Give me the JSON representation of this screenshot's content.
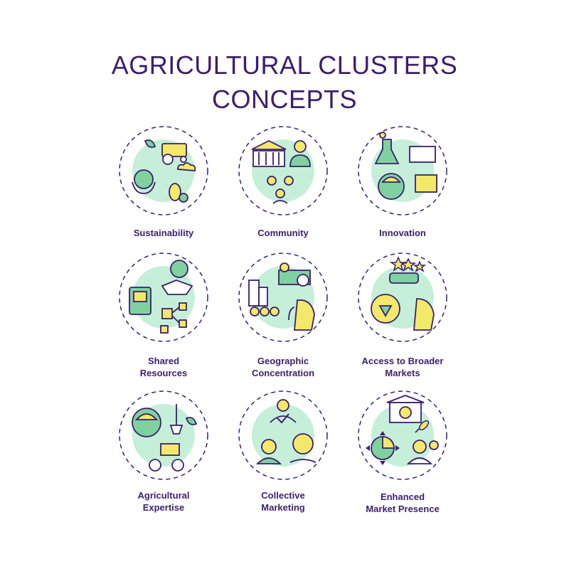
{
  "title": {
    "line1": "AGRICULTURAL CLUSTERS",
    "line2": "CONCEPTS"
  },
  "colors": {
    "text": "#3b1f6b",
    "circle": "#c5efd9",
    "yellow": "#f3e86a",
    "green": "#7fd1a0",
    "stroke": "#3b1f6b"
  },
  "items": [
    {
      "lines": [
        "Sustainability"
      ],
      "icon": "sustainability-icon"
    },
    {
      "lines": [
        "Community"
      ],
      "icon": "community-icon"
    },
    {
      "lines": [
        "Innovation"
      ],
      "icon": "innovation-icon"
    },
    {
      "lines": [
        "Shared",
        "Resources"
      ],
      "icon": "shared-resources-icon"
    },
    {
      "lines": [
        "Geographic",
        "Concentration"
      ],
      "icon": "geographic-concentration-icon"
    },
    {
      "lines": [
        "Access to Broader",
        "Markets"
      ],
      "icon": "access-markets-icon"
    },
    {
      "lines": [
        "Agricultural",
        "Expertise"
      ],
      "icon": "agricultural-expertise-icon"
    },
    {
      "lines": [
        "Collective",
        "Marketing"
      ],
      "icon": "collective-marketing-icon"
    },
    {
      "lines": [
        "Enhanced",
        "Market Presence"
      ],
      "icon": "enhanced-market-presence-icon"
    }
  ]
}
